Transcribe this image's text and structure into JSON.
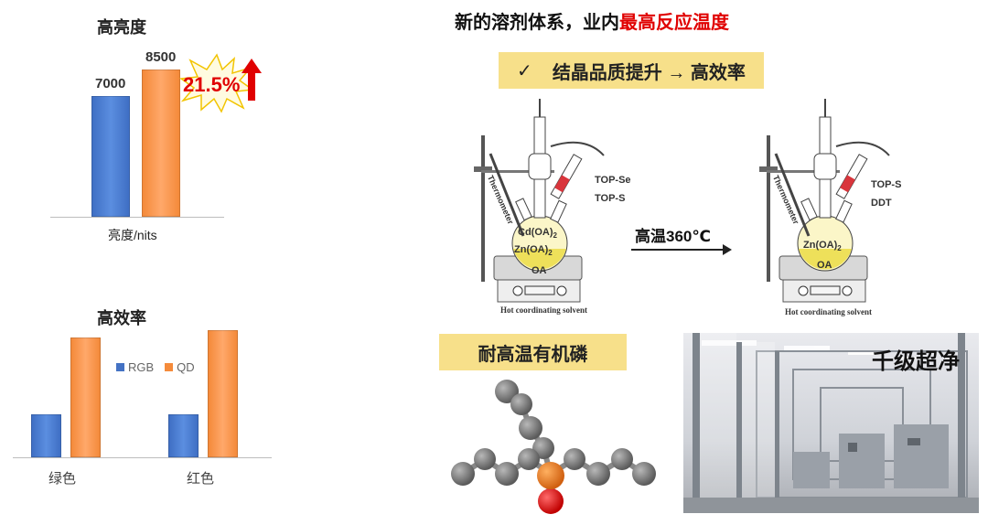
{
  "brightness_chart": {
    "title": "高亮度",
    "xlabel": "亮度/nits",
    "increase_label": "21.5%",
    "colors": {
      "rgb": "#4472c4",
      "qd": "#f58b3b",
      "increase": "#e00000"
    }
  },
  "efficiency_chart": {
    "title": "高效率",
    "legend": [
      "RGB",
      "QD"
    ],
    "categories": [
      "绿色",
      "红色"
    ]
  },
  "main_title": {
    "prefix": "新的溶剂体系，业内",
    "highlight": "最高反应温度"
  },
  "crystal_box": {
    "check": "✓",
    "text": "结晶品质提升 → 高效率"
  },
  "reaction": {
    "left": {
      "reagent1": "TOP-Se",
      "reagent2": "TOP-S",
      "p1": "Cd(OA)",
      "p1_sub": "2",
      "p2": "Zn(OA)",
      "p2_sub": "2",
      "p3": "OA",
      "thermo": "Thermometer",
      "caption": "Hot coordinating solvent"
    },
    "arrow_label": "高温360℃",
    "right": {
      "reagent1": "TOP-S",
      "reagent2": "DDT",
      "p2": "Zn(OA)",
      "p2_sub": "2",
      "p3": "OA",
      "thermo": "Thermometer",
      "caption": "Hot coordinating solvent"
    }
  },
  "phosphine_box": {
    "text": "耐高温有机磷"
  },
  "cleanroom": {
    "label": "千级超净"
  },
  "chart_data": [
    {
      "type": "bar",
      "title": "高亮度",
      "categories": [
        ""
      ],
      "series": [
        {
          "values": [
            7000
          ]
        },
        {
          "values": [
            8500
          ]
        }
      ],
      "xlabel": "亮度/nits",
      "ylim": [
        0,
        9000
      ],
      "data_labels": [
        "7000",
        "8500"
      ]
    },
    {
      "type": "bar",
      "title": "高效率",
      "categories": [
        "绿色",
        "红色"
      ],
      "series": [
        {
          "name": "RGB",
          "values": [
            0.35,
            0.35
          ]
        },
        {
          "name": "QD",
          "values": [
            0.97,
            1.03
          ]
        }
      ],
      "ylim": [
        0,
        1.1
      ],
      "legend_position": "center"
    }
  ]
}
